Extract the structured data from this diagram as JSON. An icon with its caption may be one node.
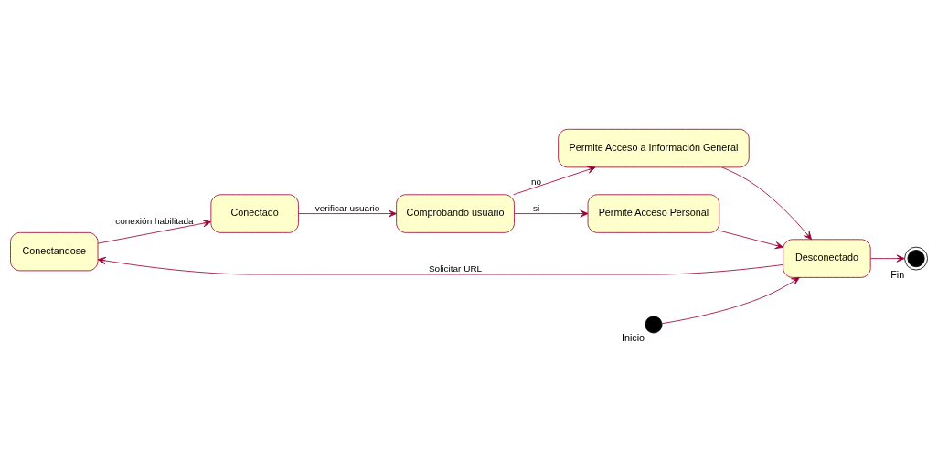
{
  "diagram": {
    "nodes": [
      {
        "text": [
          "Conectandose"
        ]
      },
      {
        "text": [
          "Conectado"
        ]
      },
      {
        "text": [
          "Comprobando usuario"
        ]
      },
      {
        "text": [
          "Permite Acceso a Información General"
        ]
      },
      {
        "text": [
          "Permite Acceso Personal"
        ]
      },
      {
        "text": [
          "Desconectado"
        ]
      },
      {
        "text": [],
        "shape": "circle",
        "beside": [
          "Inicio"
        ]
      },
      {
        "text": [],
        "shape": "circle",
        "beside": [
          "Fin"
        ]
      }
    ],
    "edges": [
      {
        "from": 6,
        "to": 5,
        "arrow": "to"
      },
      {
        "from": 5,
        "to": 0,
        "arrow": "to",
        "label": "Solicitar URL"
      },
      {
        "from": 0,
        "to": 1,
        "arrow": "to",
        "label": "conexión habilitada"
      },
      {
        "from": 1,
        "to": 2,
        "arrow": "to",
        "label": "verificar usuario"
      },
      {
        "from": 2,
        "to": 3,
        "arrow": "to",
        "label": "no"
      },
      {
        "from": 2,
        "to": 4,
        "arrow": "to",
        "label": "si"
      },
      {
        "from": 3,
        "to": 5,
        "arrow": "to"
      },
      {
        "from": 4,
        "to": 5,
        "arrow": "to"
      },
      {
        "from": 5,
        "to": 7,
        "arrow": "to"
      }
    ]
  }
}
